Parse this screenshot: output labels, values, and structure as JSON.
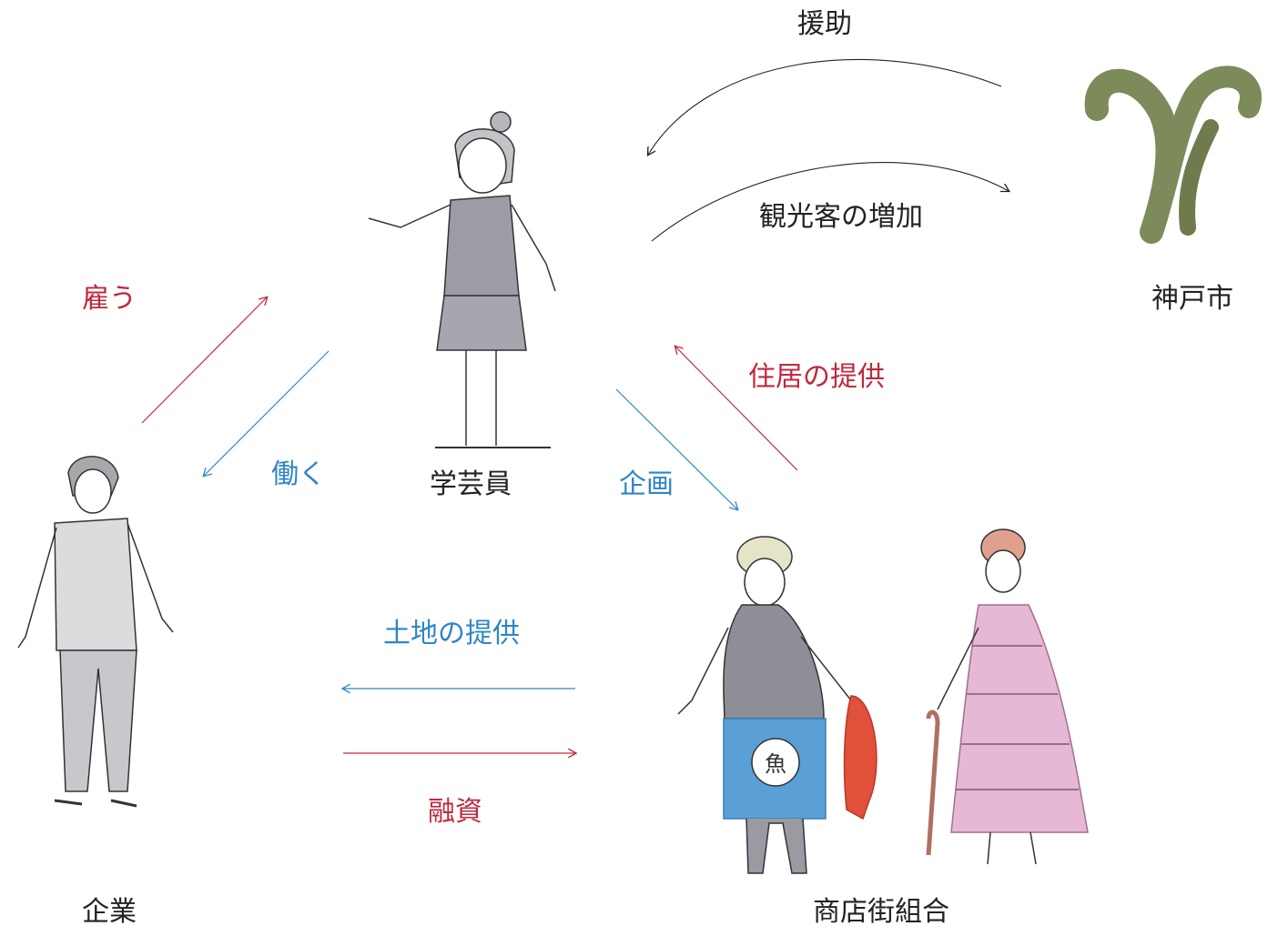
{
  "actors": {
    "curator": "学芸員",
    "company": "企業",
    "kobe_city": "神戸市",
    "shopping_assoc": "商店街組合"
  },
  "relations": {
    "aid": "援助",
    "tourist_increase": "観光客の増加",
    "hire": "雇う",
    "work": "働く",
    "plan": "企画",
    "housing": "住居の提供",
    "land": "土地の提供",
    "financing": "融資"
  },
  "colors": {
    "red": "#c0283c",
    "blue": "#2f86c4",
    "black": "#222222"
  }
}
